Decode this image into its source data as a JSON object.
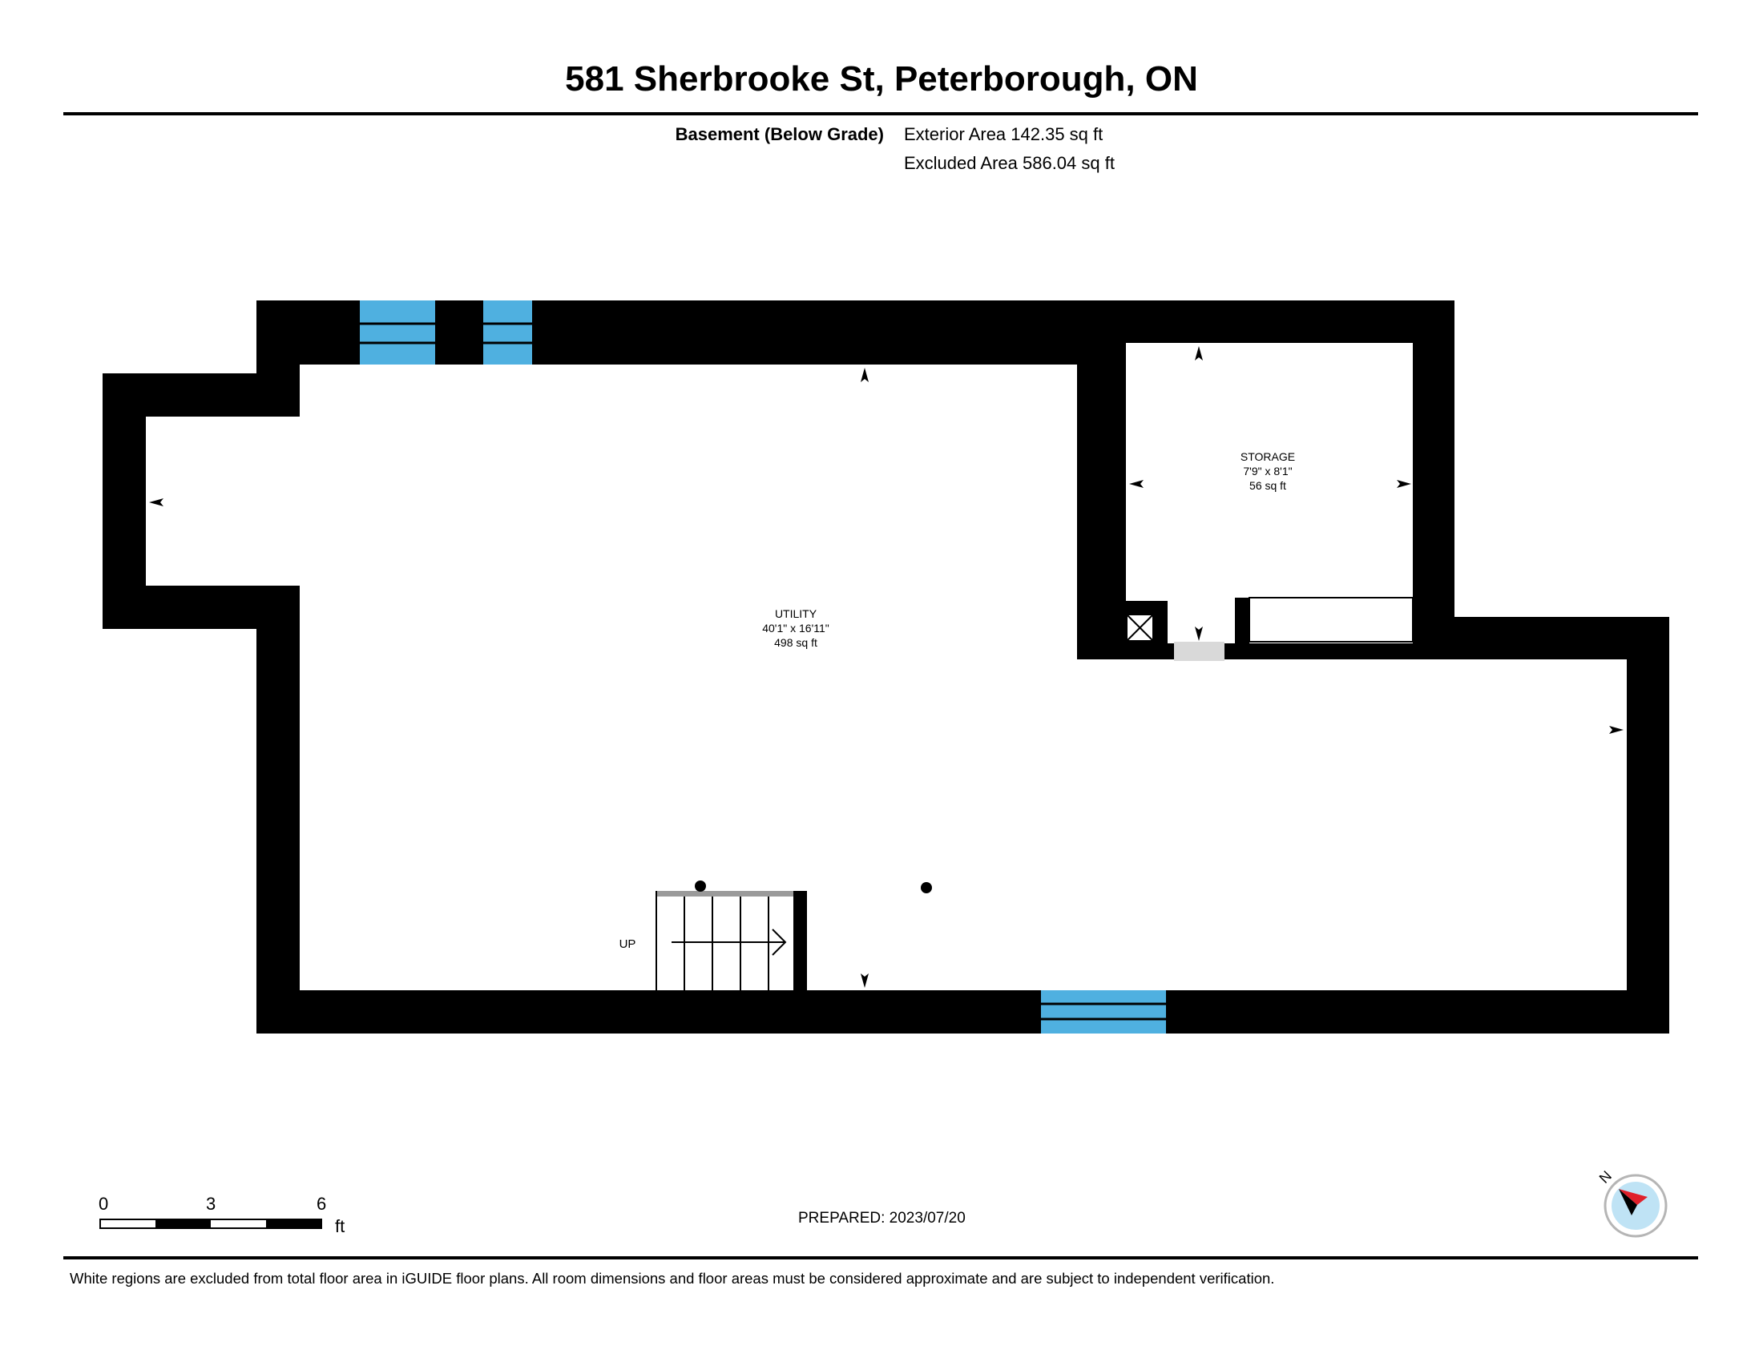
{
  "header": {
    "address": "581 Sherbrooke St, Peterborough, ON",
    "floor_label": "Basement (Below Grade)",
    "exterior_area": "Exterior Area 142.35 sq ft",
    "excluded_area": "Excluded Area 586.04 sq ft"
  },
  "rooms": {
    "utility": {
      "name": "UTILITY",
      "dimensions": "40'1\" x 16'11\"",
      "area": "498 sq ft"
    },
    "storage": {
      "name": "STORAGE",
      "dimensions": "7'9\" x 8'1\"",
      "area": "56 sq ft"
    }
  },
  "stairs": {
    "label": "UP"
  },
  "scale_bar": {
    "ticks": [
      "0",
      "3",
      "6"
    ],
    "unit": "ft"
  },
  "prepared": "PREPARED: 2023/07/20",
  "footer": {
    "disclaimer": "White regions are excluded from total floor area in iGUIDE floor plans. All room dimensions and floor areas must be considered approximate and are subject to independent verification."
  },
  "compass": {
    "label": "N"
  },
  "colors": {
    "wall": "#000000",
    "window": "#4fb0e0",
    "door_opening": "#d9d9d9",
    "compass_needle": "#e0202a",
    "compass_face": "#bfe3f5"
  }
}
